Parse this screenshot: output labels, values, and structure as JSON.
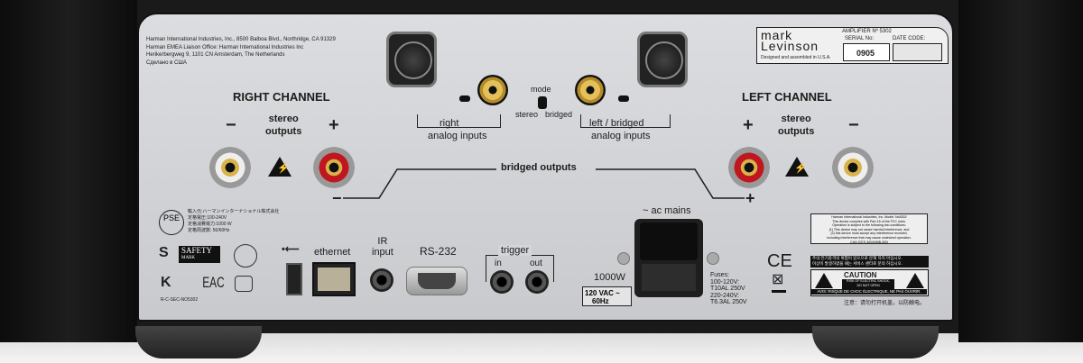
{
  "address": [
    "Harman International Industries, Inc., 8500 Balboa Blvd., Northridge, CA 91329",
    "Harman EMEA Liaison Office: Harman International Industries Inc",
    "Herikerbergweg 9, 1101 CN Amsterdam, The Netherlands",
    "Сделано в США"
  ],
  "brand": {
    "logo_line1": "mark",
    "logo_line2": "Levinson",
    "tagline": "Designed and assembled in U.S.A.",
    "model": "AMPLIFIER Nº 5302",
    "serial_label": "SERIAL No:",
    "serial_value": "0905",
    "date_label": "DATE CODE:"
  },
  "right": {
    "title": "RIGHT CHANNEL",
    "stereo": "stereo",
    "outputs": "outputs",
    "minus": "−",
    "plus": "+",
    "inputs1": "right",
    "inputs2": "analog inputs"
  },
  "left": {
    "title": "LEFT CHANNEL",
    "stereo": "stereo",
    "outputs": "outputs",
    "minus": "−",
    "plus": "+",
    "inputs1": "left / bridged",
    "inputs2": "analog inputs"
  },
  "mode": {
    "label": "mode",
    "stereo": "stereo",
    "bridged": "bridged"
  },
  "bridged": {
    "label": "bridged outputs",
    "minus": "−",
    "plus": "+"
  },
  "pse": {
    "logo": "PSE",
    "lines": [
      "輸入元:ハーマンインターナショナル株式会社",
      "定格電圧:100-240V",
      "定格消費電力:1000 W",
      "定格周波数: 50/60Hz"
    ]
  },
  "certs": {
    "safety1": "SAFETY",
    "safety2": "MARK",
    "eac": "EAC",
    "kc_code": "R-C-SEC-NO5302"
  },
  "io": {
    "ethernet": "ethernet",
    "ir1": "IR",
    "ir2": "input",
    "rs232": "RS-232",
    "trigger": "trigger",
    "trig_in": "in",
    "trig_out": "out"
  },
  "power": {
    "watts": "1000W",
    "voltage": "120 VAC ~",
    "freq": "60Hz",
    "ac": "~ ac mains",
    "fuses": [
      "Fuses:",
      "100-120V:",
      "T10AL 250V",
      "220-240V:",
      "T6.3AL 250V"
    ]
  },
  "fcc": [
    "Harman International Industries, Inc. Model: No5302",
    "This device complies with Part 15 of the FCC rules.",
    "Operation is subject to the following two conditions:",
    "(1) This device may not cause harmful interference, and",
    "(2) this device must accept any interference received,",
    "including interference that may cause undesired operation.",
    "CAN ICES-3(B)/NMB-3(B)"
  ],
  "korean": [
    "주의:전기충격의 위험이 있으므로 분해 하지 마십시오.",
    "이상이 발생하였을 때는 서비스 센터로 문의 하십시오."
  ],
  "caution": {
    "title": "CAUTION",
    "sub1": "RISK OF ELECTRIC SHOCK,",
    "sub2": "DO NOT OPEN",
    "avis": "AVIS: RISQUE DE CHOC ÉLECTRIQUE, NE PAS OUVRIR.",
    "cn": "注意：请勿打开机盖，以防触电。",
    "ce": "CE"
  }
}
